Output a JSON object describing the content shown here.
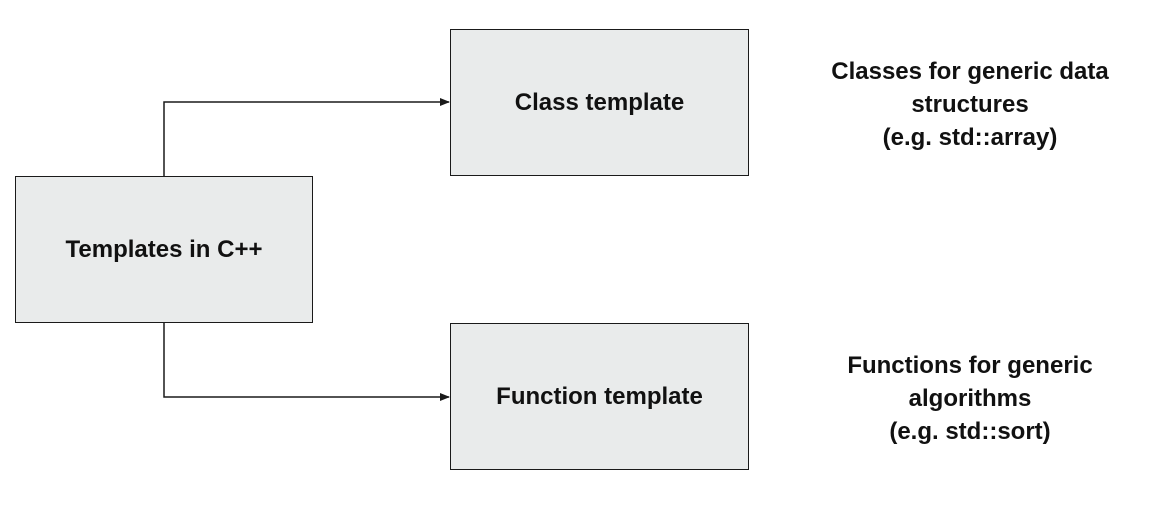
{
  "nodes": {
    "root": {
      "label": "Templates in C++"
    },
    "class_template": {
      "label": "Class template"
    },
    "function_template": {
      "label": "Function template"
    }
  },
  "descriptions": {
    "class_template": {
      "lines": [
        "Classes for generic data",
        "structures",
        "(e.g. std::array)"
      ]
    },
    "function_template": {
      "lines": [
        "Functions for generic",
        "algorithms",
        "(e.g. std::sort)"
      ]
    }
  },
  "edges": [
    {
      "from": "root",
      "to": "class_template"
    },
    {
      "from": "root",
      "to": "function_template"
    }
  ],
  "colors": {
    "box_fill": "#e9ebeb",
    "stroke": "#1a1a1a",
    "text": "#111111"
  }
}
